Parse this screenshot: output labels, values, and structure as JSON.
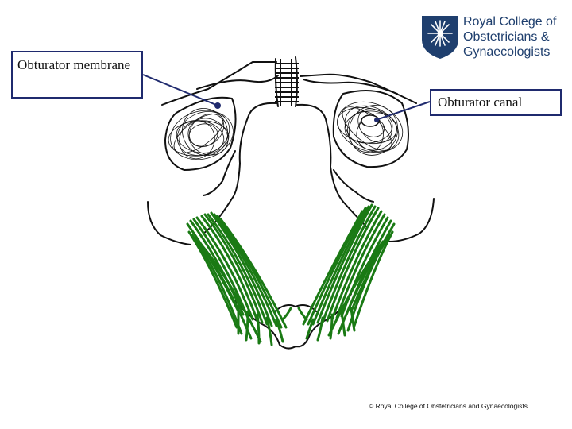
{
  "labels": {
    "obturator_membrane": "Obturator membrane",
    "obturator_canal": "Obturator canal"
  },
  "logo": {
    "line1": "Royal College of",
    "line2": "Obstetricians &",
    "line3": "Gynaecologists",
    "shield_color": "#1f3f6e"
  },
  "copyright": "© Royal College of Obstetricians and Gynaecologists",
  "colors": {
    "outline": "#111111",
    "muscle": "#1a7a14",
    "pointer": "#1f2a6e"
  }
}
